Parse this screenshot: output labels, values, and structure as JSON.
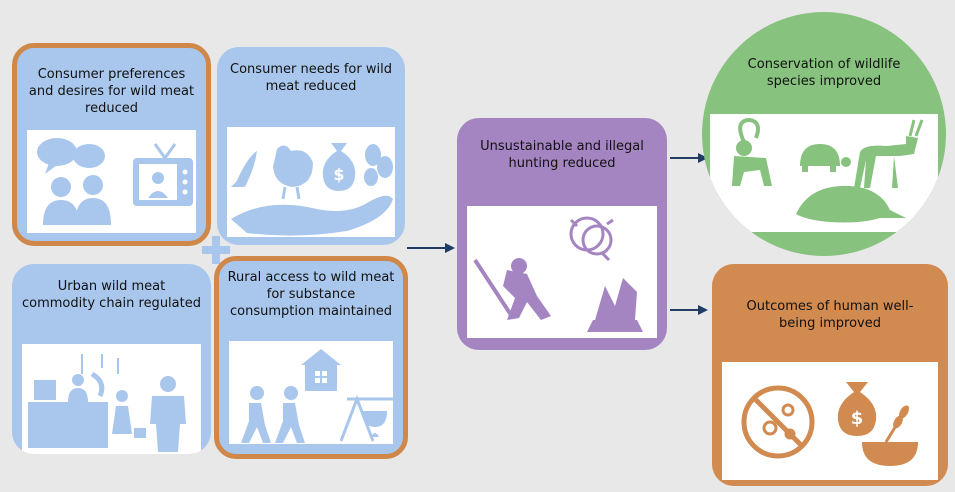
{
  "colors": {
    "background": "#e8e8e8",
    "blue_card": "#a9c7ec",
    "blue_icon": "#a9c7ec",
    "orange_border": "#d0884a",
    "purple_card": "#a585c1",
    "green_circle": "#87c27e",
    "orange_card": "#d18a4f",
    "arrow": "#1f3c66"
  },
  "boxes": {
    "consumer_preferences": {
      "text": "Consumer preferences and desires for wild meat reduced",
      "icons": [
        "speech-bubbles-icon",
        "people-icon",
        "television-icon"
      ]
    },
    "consumer_needs": {
      "text": "Consumer needs for wild meat reduced",
      "icons": [
        "fish-icon",
        "chicken-icon",
        "money-bag-icon",
        "beans-icon",
        "open-hand-icon"
      ]
    },
    "urban_chain": {
      "text": "Urban wild meat commodity chain regulated",
      "icons": [
        "market-stall-icon",
        "people-icon"
      ]
    },
    "rural_access": {
      "text": "Rural access to wild meat for substance consumption maintained",
      "icons": [
        "house-icon",
        "walking-people-icon",
        "cooking-pot-icon"
      ]
    },
    "hunting_reduced": {
      "text": "Unsustainable and illegal hunting reduced",
      "icons": [
        "hunter-icon",
        "snare-icon",
        "trap-icon"
      ]
    },
    "conservation": {
      "text": "Conservation of wildlife species improved",
      "icons": [
        "monkey-icon",
        "turtle-icon",
        "antelope-icon",
        "pangolin-icon"
      ]
    },
    "wellbeing": {
      "text": "Outcomes of human well-being improved",
      "icons": [
        "no-disease-icon",
        "money-bag-icon",
        "food-bowl-icon"
      ]
    }
  },
  "connector": {
    "plus": "+"
  }
}
